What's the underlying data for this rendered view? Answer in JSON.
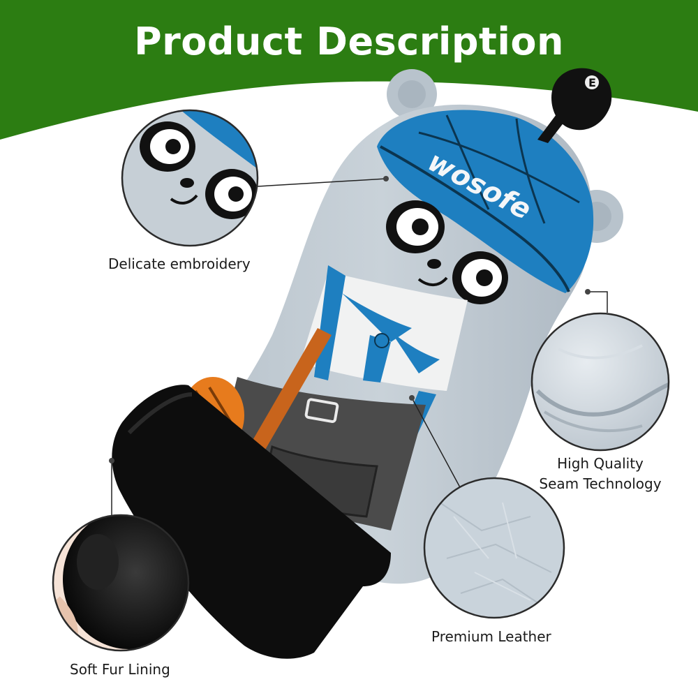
{
  "header": {
    "title": "Product Description",
    "color": "#2c7d12"
  },
  "product": {
    "brand": "wosofe"
  },
  "features": [
    {
      "label": "Delicate embroidery"
    },
    {
      "label": "High Quality\nSeam Technology",
      "line1": "High Quality",
      "line2": "Seam Technology"
    },
    {
      "label": "Premium Leather"
    },
    {
      "label": "Soft Fur Lining"
    }
  ],
  "colors": {
    "accent_blue": "#1e7fc0",
    "leather_gray": "#c3ccd4",
    "green": "#2c7d12"
  }
}
